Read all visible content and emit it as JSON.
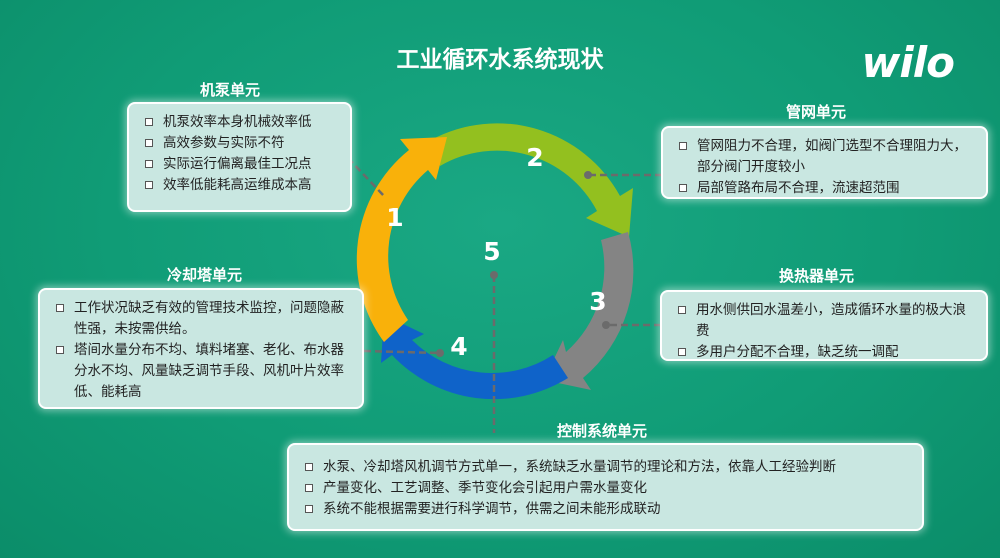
{
  "title": "工业循环水系统现状",
  "logo": "wilo",
  "colors": {
    "background": "#109c76",
    "segment_1": "#f9b10a",
    "segment_2": "#93c01f",
    "segment_3": "#848484",
    "segment_4": "#0f63c9",
    "box_fill": "#c9e7e1",
    "leader": "#6b6b6b"
  },
  "cycle": {
    "labels": [
      "1",
      "2",
      "3",
      "4"
    ],
    "center_label": "5"
  },
  "units": [
    {
      "title": "机泵单元",
      "items": [
        "机泵效率本身机械效率低",
        "高效参数与实际不符",
        "实际运行偏离最佳工况点",
        "效率低能耗高运维成本高"
      ]
    },
    {
      "title": "管网单元",
      "items": [
        "管网阻力不合理，如阀门选型不合理阻力大，部分阀门开度较小",
        "局部管路布局不合理，流速超范围"
      ]
    },
    {
      "title": "换热器单元",
      "items": [
        "用水侧供回水温差小，造成循环水量的极大浪费",
        "多用户分配不合理，缺乏统一调配"
      ]
    },
    {
      "title": "冷却塔单元",
      "items": [
        "工作状况缺乏有效的管理技术监控，问题隐蔽性强，未按需供给。",
        "塔间水量分布不均、填料堵塞、老化、布水器分水不均、风量缺乏调节手段、风机叶片效率低、能耗高"
      ]
    },
    {
      "title": "控制系统单元",
      "items": [
        "水泵、冷却塔风机调节方式单一，系统缺乏水量调节的理论和方法，依靠人工经验判断",
        "产量变化、工艺调整、季节变化会引起用户需水量变化",
        "系统不能根据需要进行科学调节，供需之间未能形成联动"
      ]
    }
  ]
}
